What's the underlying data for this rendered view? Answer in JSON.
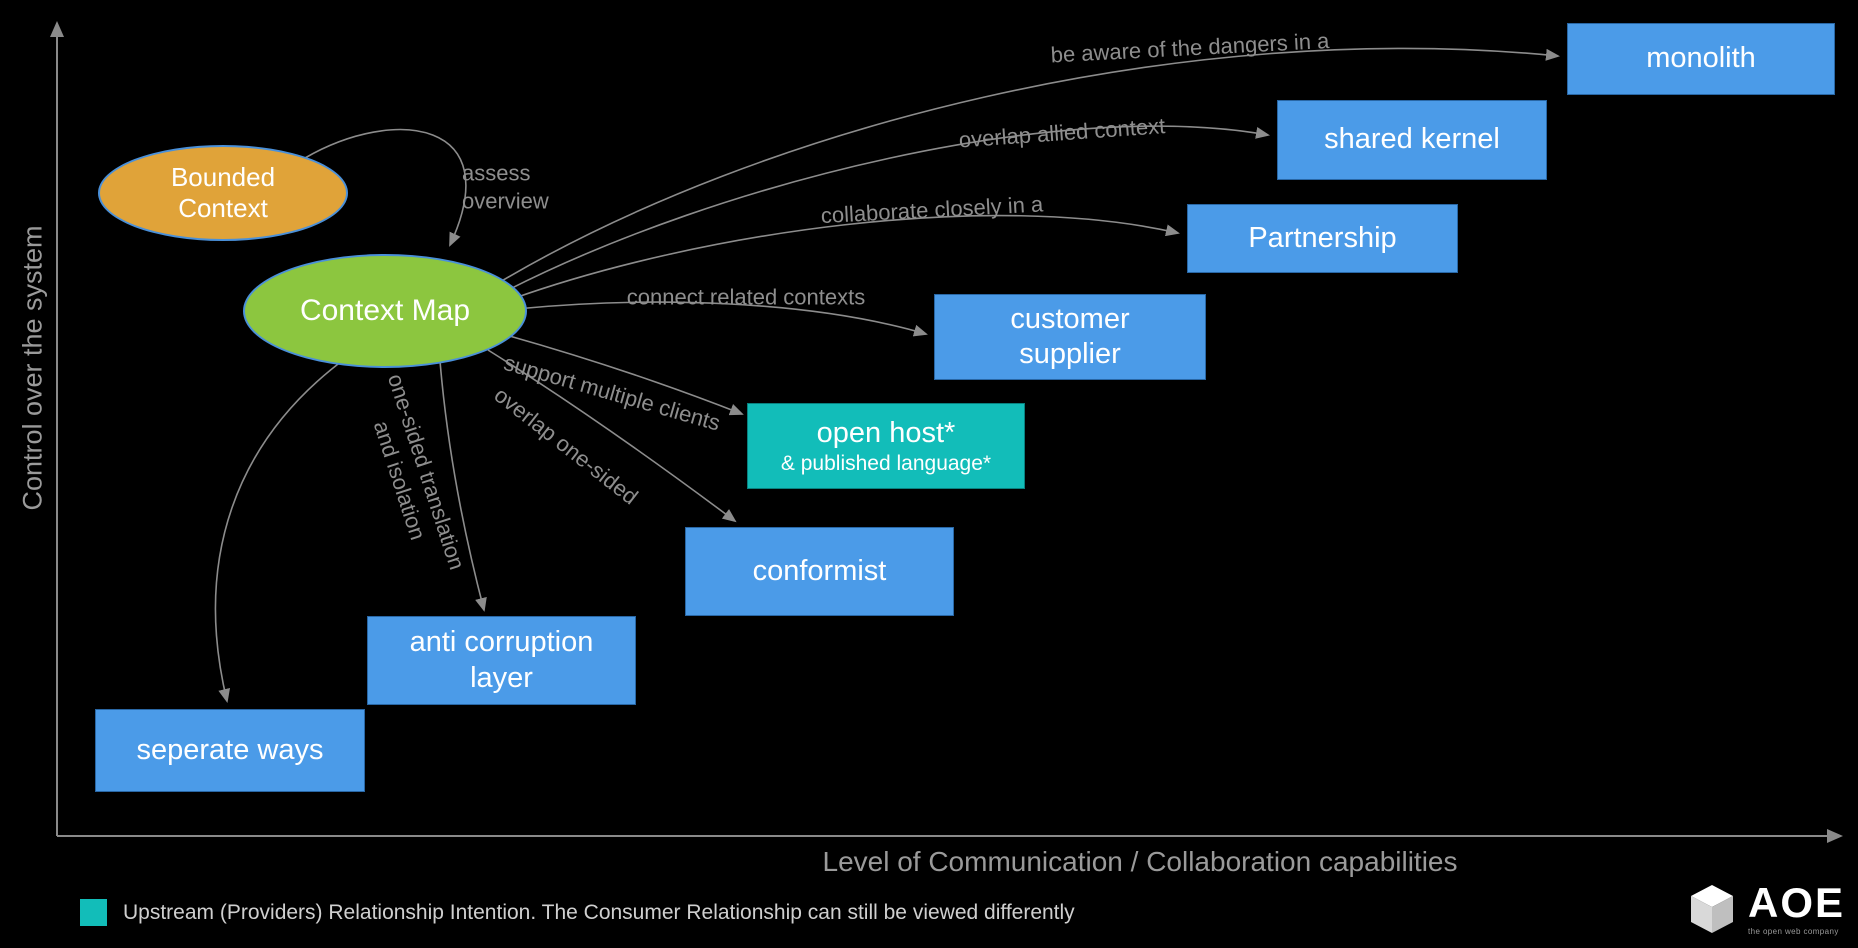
{
  "axes": {
    "y_label": "Control over the system",
    "x_label": "Level of Communication / Collaboration capabilities"
  },
  "nodes": {
    "bounded_context": {
      "line1": "Bounded",
      "line2": "Context"
    },
    "context_map": {
      "label": "Context Map"
    },
    "monolith": {
      "label": "monolith"
    },
    "shared_kernel": {
      "label": "shared kernel"
    },
    "partnership": {
      "label": "Partnership"
    },
    "customer_supplier": {
      "line1": "customer",
      "line2": "supplier"
    },
    "open_host": {
      "line1": "open host*",
      "line2": "& published language*"
    },
    "conformist": {
      "label": "conformist"
    },
    "anti_corruption_layer": {
      "line1": "anti corruption",
      "line2": "layer"
    },
    "seperate_ways": {
      "label": "seperate ways"
    }
  },
  "edge_labels": {
    "assess": {
      "line1": "assess",
      "line2": "overview"
    },
    "monolith": "be aware of the dangers in a",
    "shared_kernel": "overlap allied context",
    "partnership": "collaborate closely in a",
    "customer_supplier": "connect related contexts",
    "open_host": "support multiple clients",
    "conformist": "overlap one-sided",
    "anti_corruption": {
      "line1": "one-sided translation",
      "line2": "and isolation"
    }
  },
  "legend": {
    "text": "Upstream (Providers) Relationship Intention. The Consumer Relationship can still be viewed differently"
  },
  "logo": {
    "name": "AOE",
    "tagline": "the open web company"
  },
  "colors": {
    "background": "#000000",
    "box_blue": "#4B9BE8",
    "box_teal": "#12BDB9",
    "ellipse_gold": "#E0A339",
    "ellipse_green": "#8CC63F",
    "ellipse_border": "#4A90D9",
    "edge_gray": "#8C8C8C",
    "label_gray": "#8E8E8E",
    "axis_gray": "#9A9A9A",
    "text_white": "#FFFFFF"
  }
}
